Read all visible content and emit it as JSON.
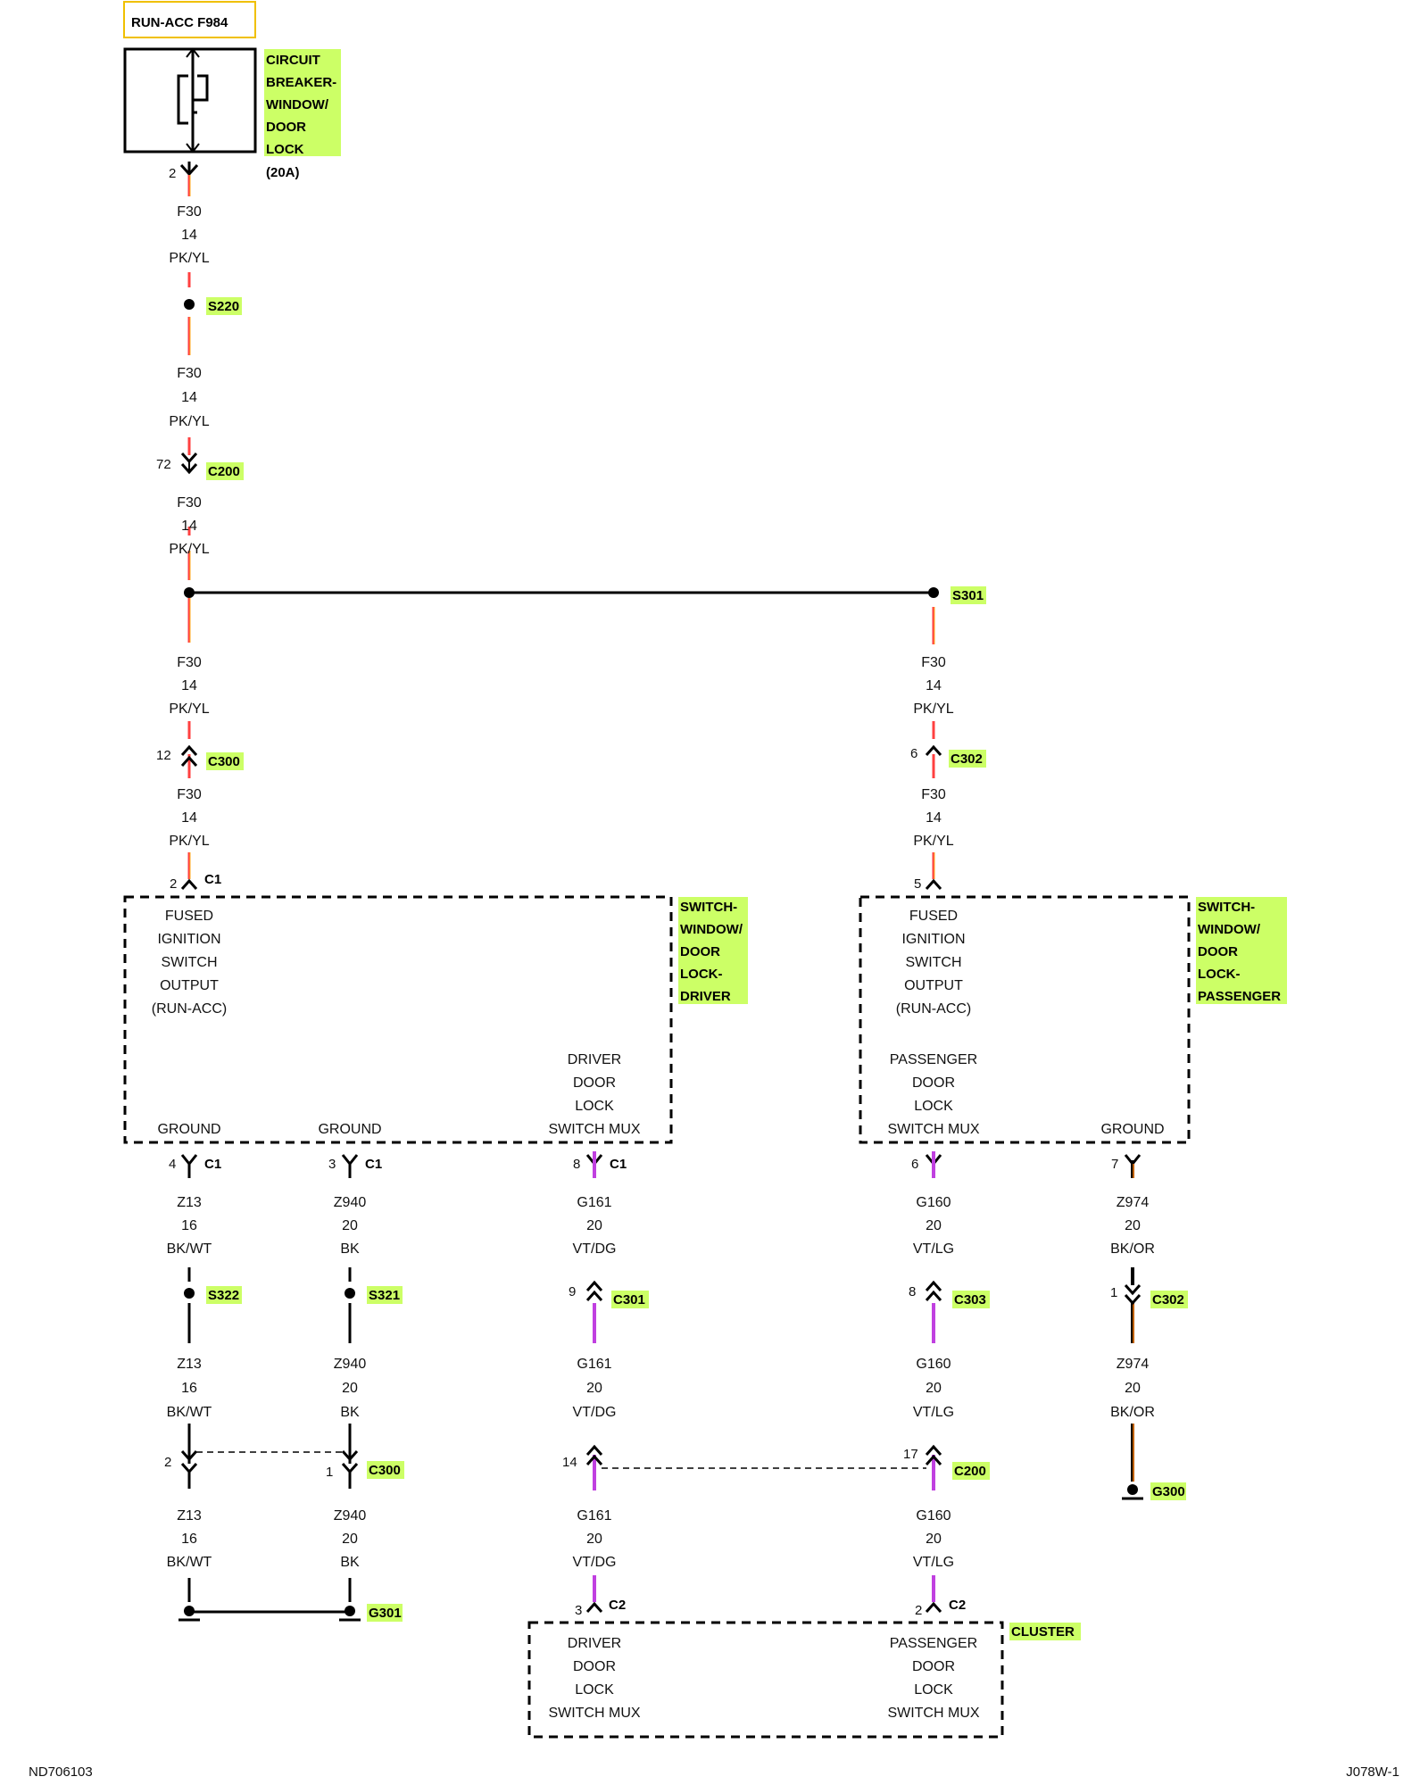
{
  "fuse_label": "RUN-ACC F984",
  "breaker_label": [
    "CIRCUIT",
    "BREAKER-",
    "WINDOW/",
    "DOOR",
    "LOCK"
  ],
  "breaker_rating": "(20A)",
  "breaker_pin": "2",
  "splices": {
    "s220": "S220",
    "s301": "S301",
    "s322": "S322",
    "s321": "S321"
  },
  "grounds": {
    "g301": "G301",
    "g300": "G300"
  },
  "connectors": {
    "c200_a": "C200",
    "c300_a": "C300",
    "c302_a": "C302",
    "c1_a": "C1",
    "c1_b": "C1",
    "c1_c": "C1",
    "c1_d": "C1",
    "c301": "C301",
    "c303": "C303",
    "c302_b": "C302",
    "c300_b": "C300",
    "c200_b": "C200",
    "c2_a": "C2",
    "c2_b": "C2"
  },
  "pins": {
    "p72": "72",
    "p12": "12",
    "p6": "6",
    "p2_c1": "2",
    "p5": "5",
    "p4": "4",
    "p3_c1": "3",
    "p8_c1": "8",
    "p6_b": "6",
    "p7": "7",
    "p9": "9",
    "p8_c303": "8",
    "p1_c302": "1",
    "p2_c300": "2",
    "p1_c300": "1",
    "p14": "14",
    "p17": "17",
    "p3_c2": "3",
    "p2_c2": "2"
  },
  "wire_labels": {
    "f30_1": [
      "F30",
      "14",
      "PK/YL"
    ],
    "f30_2": [
      "F30",
      "14",
      "PK/YL"
    ],
    "f30_3": [
      "F30",
      "14",
      "PK/YL"
    ],
    "f30_4": [
      "F30",
      "14",
      "PK/YL"
    ],
    "f30_5": [
      "F30",
      "14",
      "PK/YL"
    ],
    "f30_6": [
      "F30",
      "14",
      "PK/YL"
    ],
    "f30_7": [
      "F30",
      "14",
      "PK/YL"
    ],
    "z13_1": [
      "Z13",
      "16",
      "BK/WT"
    ],
    "z13_2": [
      "Z13",
      "16",
      "BK/WT"
    ],
    "z13_3": [
      "Z13",
      "16",
      "BK/WT"
    ],
    "z940_1": [
      "Z940",
      "20",
      "BK"
    ],
    "z940_2": [
      "Z940",
      "20",
      "BK"
    ],
    "z940_3": [
      "Z940",
      "20",
      "BK"
    ],
    "g161_1": [
      "G161",
      "20",
      "VT/DG"
    ],
    "g161_2": [
      "G161",
      "20",
      "VT/DG"
    ],
    "g161_3": [
      "G161",
      "20",
      "VT/DG"
    ],
    "g160_1": [
      "G160",
      "20",
      "VT/LG"
    ],
    "g160_2": [
      "G160",
      "20",
      "VT/LG"
    ],
    "g160_3": [
      "G160",
      "20",
      "VT/LG"
    ],
    "z974_1": [
      "Z974",
      "20",
      "BK/OR"
    ],
    "z974_2": [
      "Z974",
      "20",
      "BK/OR"
    ]
  },
  "driver_switch": {
    "name": [
      "SWITCH-",
      "WINDOW/",
      "DOOR",
      "LOCK-",
      "DRIVER"
    ],
    "fused": [
      "FUSED",
      "IGNITION",
      "SWITCH",
      "OUTPUT",
      "(RUN-ACC)"
    ],
    "ground_1": "GROUND",
    "ground_2": "GROUND",
    "mux": [
      "DRIVER",
      "DOOR",
      "LOCK",
      "SWITCH MUX"
    ]
  },
  "passenger_switch": {
    "name": [
      "SWITCH-",
      "WINDOW/",
      "DOOR",
      "LOCK-",
      "PASSENGER"
    ],
    "fused": [
      "FUSED",
      "IGNITION",
      "SWITCH",
      "OUTPUT",
      "(RUN-ACC)"
    ],
    "mux": [
      "PASSENGER",
      "DOOR",
      "LOCK",
      "SWITCH MUX"
    ],
    "ground": "GROUND"
  },
  "cluster": {
    "name": "CLUSTER",
    "driver_mux": [
      "DRIVER",
      "DOOR",
      "LOCK",
      "SWITCH MUX"
    ],
    "passenger_mux": [
      "PASSENGER",
      "DOOR",
      "LOCK",
      "SWITCH MUX"
    ]
  },
  "footer": {
    "left": "ND706103",
    "right": "J078W-1"
  },
  "colors": {
    "pk_yl_a": "#ff4040",
    "pk_yl_b": "#ffb020",
    "violet": "#c040e0",
    "black": "#000000",
    "orange": "#ff8000",
    "highlight": "#ccff66"
  }
}
